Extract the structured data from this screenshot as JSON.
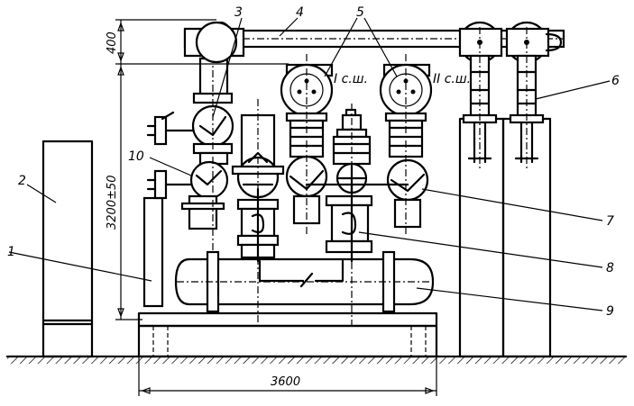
{
  "labels": {
    "l1": "1",
    "l2": "2",
    "l3": "3",
    "l4": "4",
    "l5": "5",
    "l6": "6",
    "l7": "7",
    "l8": "8",
    "l9": "9",
    "l10": "10"
  },
  "busbars": {
    "bus1": "I с.ш.",
    "bus2": "II с.ш."
  },
  "dimensions": {
    "top": "400",
    "height": "3200±50",
    "width": "3600"
  }
}
